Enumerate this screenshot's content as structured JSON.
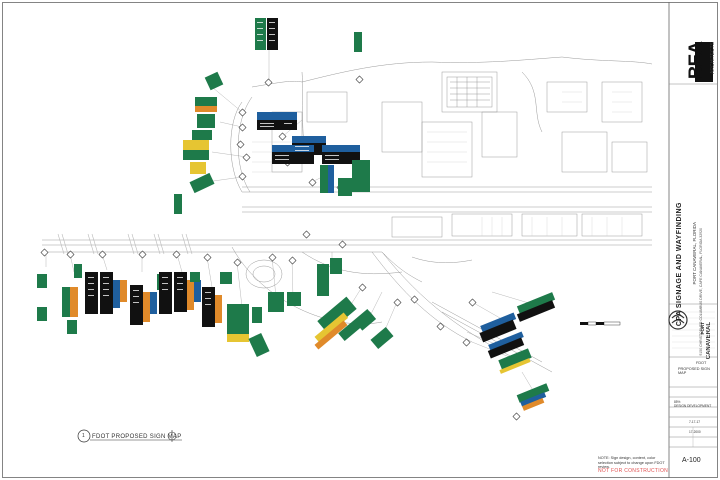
{
  "brand": {
    "name": "BEA",
    "sub": "ARCHITECTS"
  },
  "project": {
    "title": "CPA SIGNAGE AND WAYFINDING",
    "location": "PORT CANAVERAL, FLORIDA",
    "address": "9150 CHRISTOPHER COLUMBUS DRIVE, CAPE CANAVERAL, FLORIDA 32920"
  },
  "client": {
    "line1": "PORT",
    "line2": "CANAVERAL"
  },
  "sheet": {
    "name_line1": "FDOT",
    "name_line2": "PROPOSED SIGN MAP",
    "phase_pct": "85%",
    "phase": "DESIGN DEVELOPMENT",
    "date": "7-17-17",
    "project_no": "17-2000",
    "number": "A-100"
  },
  "drawing": {
    "number": "1",
    "title": "FDOT PROPOSED SIGN MAP"
  },
  "note": "NOTE: Sign design, content, color selection subject to change upon FDOT review.",
  "warning": "NOT FOR CONSTRUCTION",
  "colors": {
    "sign_green": "#1e7a4a",
    "sign_black": "#111111",
    "sign_blue": "#1f5f9e",
    "sign_orange": "#e08a2a",
    "sign_yellow": "#e6c532",
    "warning_red": "#e05050",
    "linework": "#9a9a9a"
  }
}
